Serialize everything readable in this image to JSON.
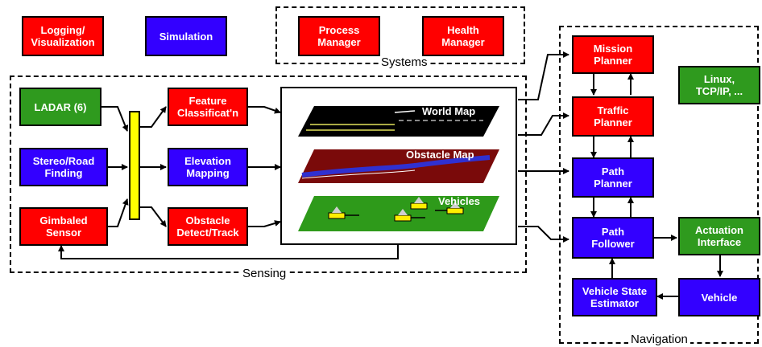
{
  "standalone": {
    "logging": "Logging/\nVisualization",
    "simulation": "Simulation"
  },
  "systems": {
    "label": "Systems",
    "process_manager": "Process\nManager",
    "health_manager": "Health\nManager"
  },
  "sensing": {
    "label": "Sensing",
    "ladar": "LADAR (6)",
    "stereo": "Stereo/Road\nFinding",
    "gimbaled": "Gimbaled\nSensor",
    "feature": "Feature\nClassificat'n",
    "elevation": "Elevation\nMapping",
    "obstacle_detect": "Obstacle\nDetect/Track",
    "maps": {
      "world": "World Map",
      "obstacle": "Obstacle Map",
      "vehicles": "Vehicles"
    }
  },
  "navigation": {
    "label": "Navigation",
    "mission": "Mission\nPlanner",
    "traffic": "Traffic\nPlanner",
    "path_planner": "Path\nPlanner",
    "path_follower": "Path\nFollower",
    "linux": "Linux,\nTCP/IP, ...",
    "vse": "Vehicle State\nEstimator"
  },
  "actuation": "Actuation\nInterface",
  "vehicle": "Vehicle",
  "colors": {
    "red": "#ff0000",
    "blue": "#3300ff",
    "green": "#2f9a1e",
    "yellow": "#ffff00"
  }
}
